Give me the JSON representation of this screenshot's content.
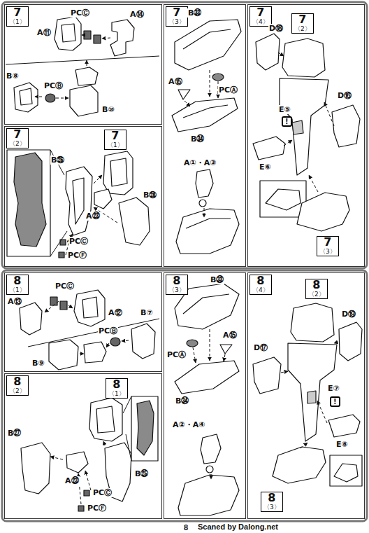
{
  "diagram": {
    "nodes": [
      {
        "text": [
          "7",
          "〈1〉"
        ]
      },
      {
        "text": [
          "7",
          "〈2〉"
        ]
      },
      {
        "text": [
          "7",
          "〈1〉"
        ],
        "in": 1
      },
      {
        "text": [
          "7",
          "〈3〉"
        ]
      },
      {
        "text": [
          "7",
          "〈4〉"
        ]
      },
      {
        "text": [
          "7",
          "〈2〉"
        ],
        "in": 4
      },
      {
        "text": [
          "7",
          "〈3〉"
        ],
        "in": 4
      },
      {
        "text": [
          "8",
          "〈1〉"
        ]
      },
      {
        "text": [
          "8",
          "〈2〉"
        ]
      },
      {
        "text": [
          "8",
          "〈1〉"
        ],
        "in": 8
      },
      {
        "text": [
          "8",
          "〈3〉"
        ]
      },
      {
        "text": [
          "8",
          "〈4〉"
        ]
      },
      {
        "text": [
          "8",
          "〈2〉"
        ],
        "in": 11
      },
      {
        "text": [
          "8",
          "〈3〉"
        ],
        "in": 11
      }
    ],
    "labels": [
      "A⑪",
      "PCⒸ",
      "A⑭",
      "B⑧",
      "PCⒷ",
      "B⑩",
      "B㉖",
      "B㉘",
      "A㉓",
      "PCⒸ",
      "PCⒻ",
      "B㉝",
      "A⑮",
      "PCⒶ",
      "B㉞",
      "A①・A③",
      "D⑱",
      "D⑯",
      "E⑤",
      "!",
      "E⑥",
      "A⑬",
      "PCⒸ",
      "A⑫",
      "B⑦",
      "PCⒷ",
      "B⑨",
      "B㉕",
      "B㉗",
      "A㉓",
      "PCⒸ",
      "PCⒻ",
      "B㉝",
      "PCⒶ",
      "A⑮",
      "B㉞",
      "A②・A④",
      "D⑲",
      "D⑰",
      "E⑦",
      "!",
      "E⑧",
      "8",
      "Scaned by Dalong.net"
    ]
  }
}
